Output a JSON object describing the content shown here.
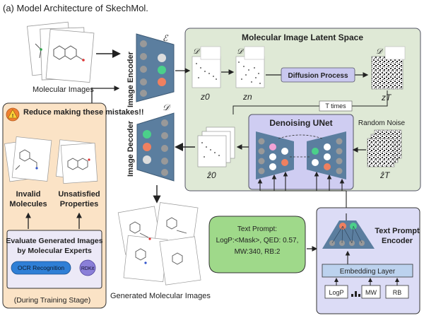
{
  "title": "(a) Model Architecture of SkechMol.",
  "left": {
    "molecular_images": "Molecular Images",
    "generated_images": "Generated Molecular Images"
  },
  "encoder": {
    "label": "Image Encoder",
    "symbol": "ℰ"
  },
  "decoder": {
    "label": "Image Decoder",
    "symbol": "𝒟"
  },
  "latent": {
    "title": "Molecular Image Latent Space",
    "diffusion": "Diffusion Process",
    "z0": "z0",
    "zn": "zn",
    "zT": "zT",
    "d_symbol": "𝒟",
    "t_times": "T times",
    "random_noise": "Random Noise",
    "zT_hat": "ẑT",
    "z0_hat": "ẑ0",
    "unet_title": "Denoising UNet"
  },
  "feedback": {
    "warning": "Reduce making these mistakes!!",
    "invalid_line1": "Invalid",
    "invalid_line2": "Molecules",
    "unsat_line1": "Unsatisfied",
    "unsat_line2": "Properties",
    "eval_line1": "Evaluate Generated Images",
    "eval_line2": "by Molecular Experts",
    "ocr": "OCR Recognition",
    "rdkit": "RDKit",
    "stage": "(During Training Stage)"
  },
  "prompt": {
    "line1": "Text Prompt:",
    "line2": "LogP:<Mask>,  QED: 0.57,",
    "line3": "MW:340,  RB:2"
  },
  "text_encoder": {
    "title_line1": "Text Prompt",
    "title_line2": "Encoder",
    "embedding": "Embedding Layer",
    "tokens": [
      "LogP",
      "MW",
      "RB"
    ]
  },
  "colors": {
    "latent_bg": "#dfe9d6",
    "feedback_bg": "#fbe3c6",
    "unet_bg": "#cfcdf2",
    "prompt_bg": "#9fd98a",
    "encoder_bg": "#dcdcf6",
    "net_fill": "#5b7e9f",
    "green_node": "#4bd08a",
    "orange_node": "#f08060",
    "pink_node": "#f2a3d6"
  }
}
